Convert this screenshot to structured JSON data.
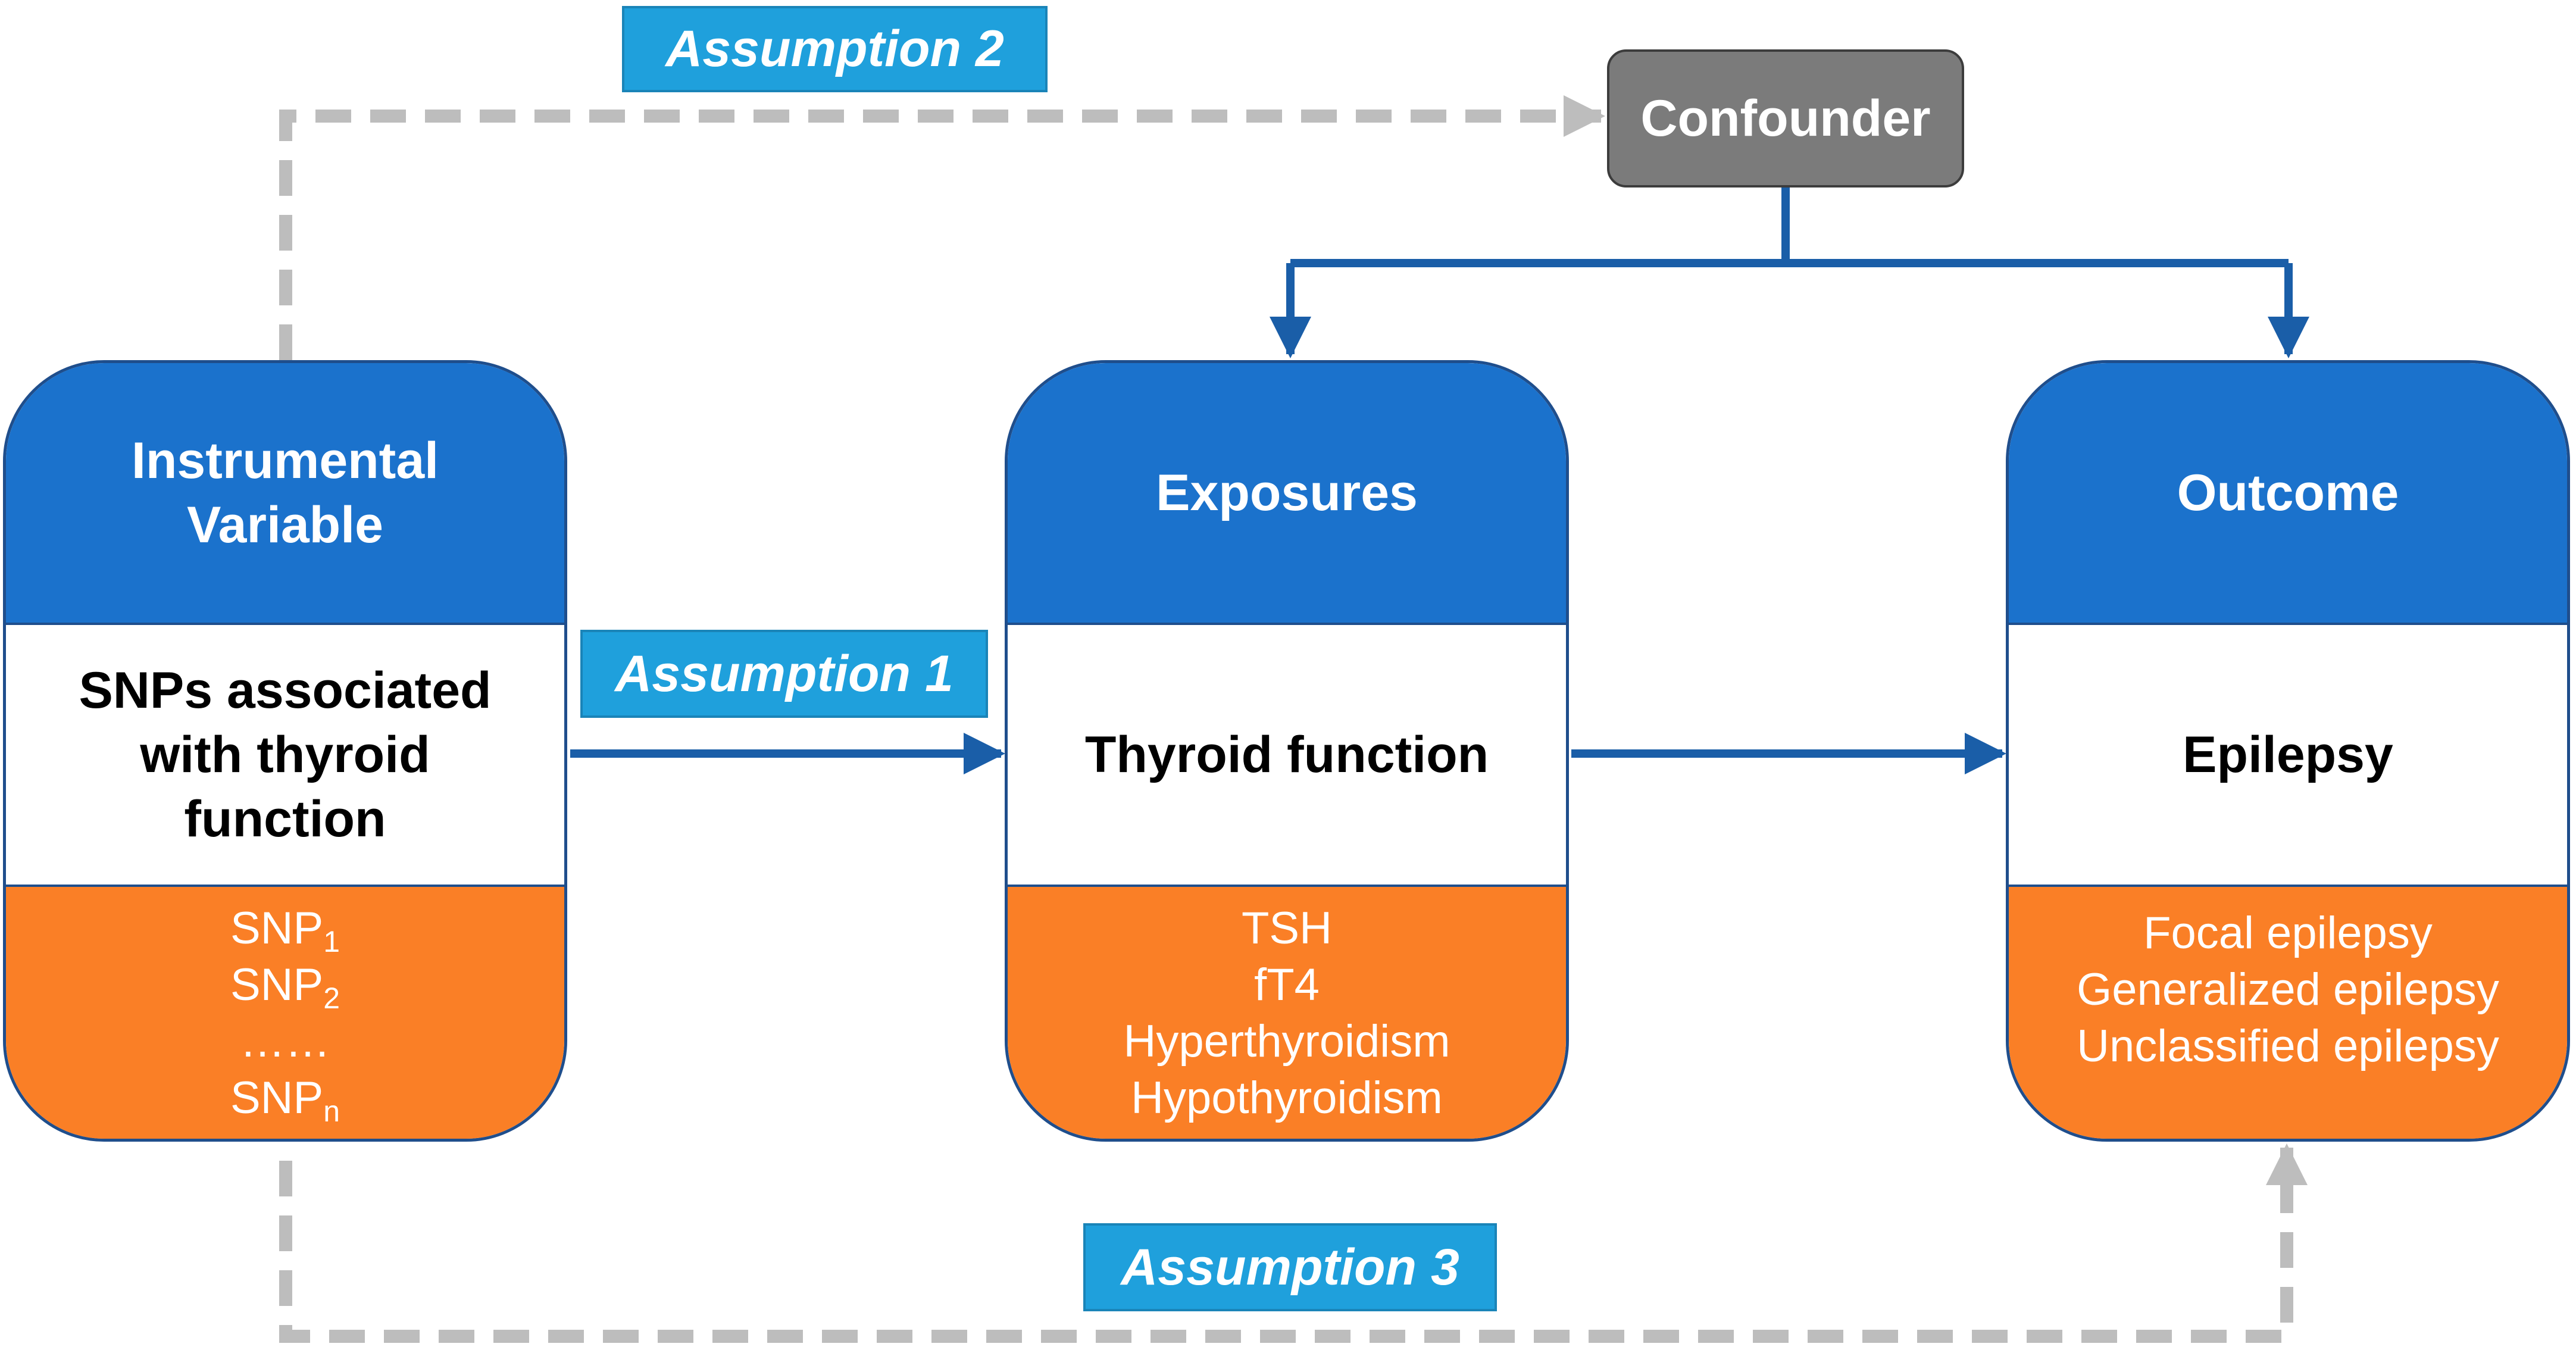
{
  "colors": {
    "header_blue": "#1b72cc",
    "footer_orange": "#fa7f26",
    "arrow_blue": "#1a5ea8",
    "dashed_gray": "#bdbdbd",
    "confounder_gray": "#7b7b7b",
    "assumption_blue": "#1fa0dc"
  },
  "confounder": {
    "label": "Confounder"
  },
  "assumptions": {
    "a1": "Assumption 1",
    "a2": "Assumption 2",
    "a3": "Assumption 3"
  },
  "instrument": {
    "header_line1": "Instrumental",
    "header_line2": "Variable",
    "body_line1": "SNPs associated",
    "body_line2": "with thyroid",
    "body_line3": "function",
    "items": [
      {
        "base": "SNP",
        "sub": "1"
      },
      {
        "base": "SNP",
        "sub": "2"
      },
      {
        "base": "……",
        "sub": ""
      },
      {
        "base": "SNP",
        "sub": "n"
      }
    ]
  },
  "exposures": {
    "header": "Exposures",
    "body": "Thyroid function",
    "items": [
      "TSH",
      "fT4",
      "Hyperthyroidism",
      "Hypothyroidism"
    ]
  },
  "outcome": {
    "header": "Outcome",
    "body": "Epilepsy",
    "items": [
      "Focal epilepsy",
      "Generalized epilepsy",
      "Unclassified epilepsy"
    ]
  }
}
